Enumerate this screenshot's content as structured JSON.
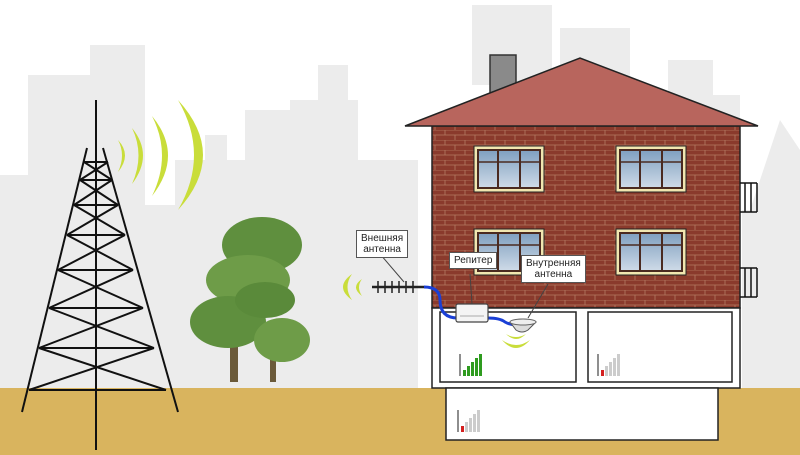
{
  "labels": {
    "external_antenna": [
      "Внешняя",
      "антенна"
    ],
    "repeater": "Репитер",
    "internal_antenna": [
      "Внутренняя",
      "антенна"
    ]
  },
  "signal_levels": {
    "first_floor_room_left": {
      "bars_active": 5,
      "bars_total": 5,
      "color": "#2e9b1f"
    },
    "first_floor_room_right": {
      "bars_active": 1,
      "bars_total": 5,
      "color": "#d42020"
    },
    "basement_room": {
      "bars_active": 1,
      "bars_total": 5,
      "color": "#d42020"
    }
  },
  "colors": {
    "ground": "#d9b45e",
    "brick": "#8a3a2c",
    "roof": "#b8655d",
    "radio_wave": "#c9dd3a",
    "cable": "#1a3fd6",
    "city_silhouette": "#ececec",
    "tree": "#5f8f3e"
  }
}
